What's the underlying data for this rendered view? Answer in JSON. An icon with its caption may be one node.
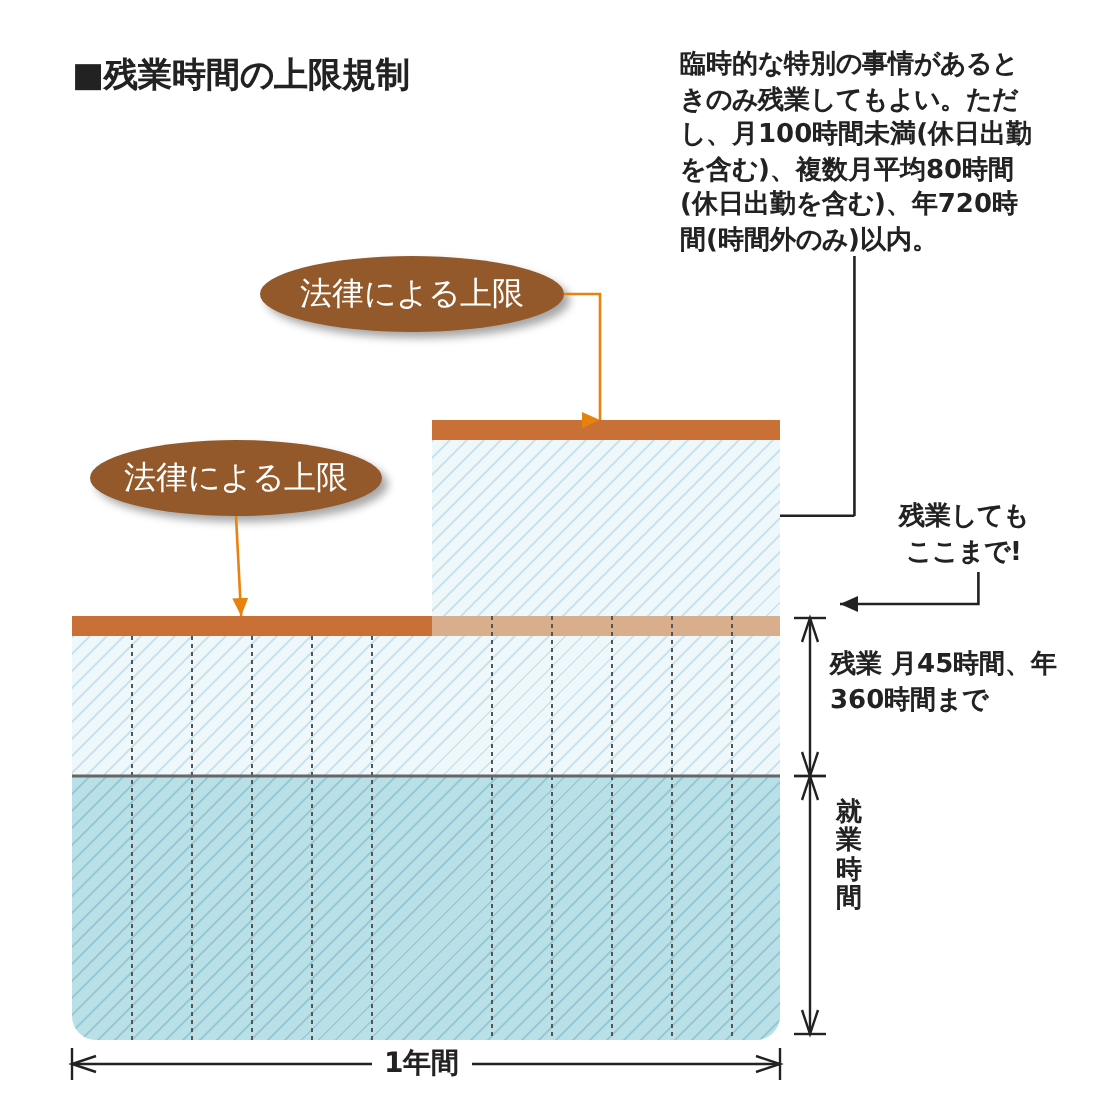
{
  "diagram": {
    "title": "■残業時間の上限規制",
    "nodes": [
      {
        "text": [
          "法律による上限"
        ]
      },
      {
        "text": [
          "法律による上限"
        ]
      },
      {
        "text": [],
        "shape": "bar"
      },
      {
        "text": [],
        "shape": "bar"
      },
      {
        "text": [
          "臨時的な特別の事情があるときのみ残業してもよい。ただし、月100時間未満(休日出勤を含む)、複数月平均80時間(休日出勤を含む)、年720時間(時間外のみ)以内。"
        ]
      },
      {
        "text": [
          "残業してもここまで!"
        ]
      },
      {
        "text": [],
        "shape": "box"
      }
    ],
    "edges": [
      {
        "from": 0,
        "to": 2,
        "arrow": "to",
        "color": "#e8820e"
      },
      {
        "from": 1,
        "to": 3,
        "arrow": "to",
        "color": "#e8820e"
      },
      {
        "from": 4,
        "to": 6,
        "arrow": "none",
        "color": "#222222"
      },
      {
        "from": 5,
        "to": null,
        "arrow": "to",
        "color": "#222222"
      }
    ],
    "labels": [
      "残業 月45時間、年360時間まで",
      "就業時間",
      "1年間"
    ]
  }
}
